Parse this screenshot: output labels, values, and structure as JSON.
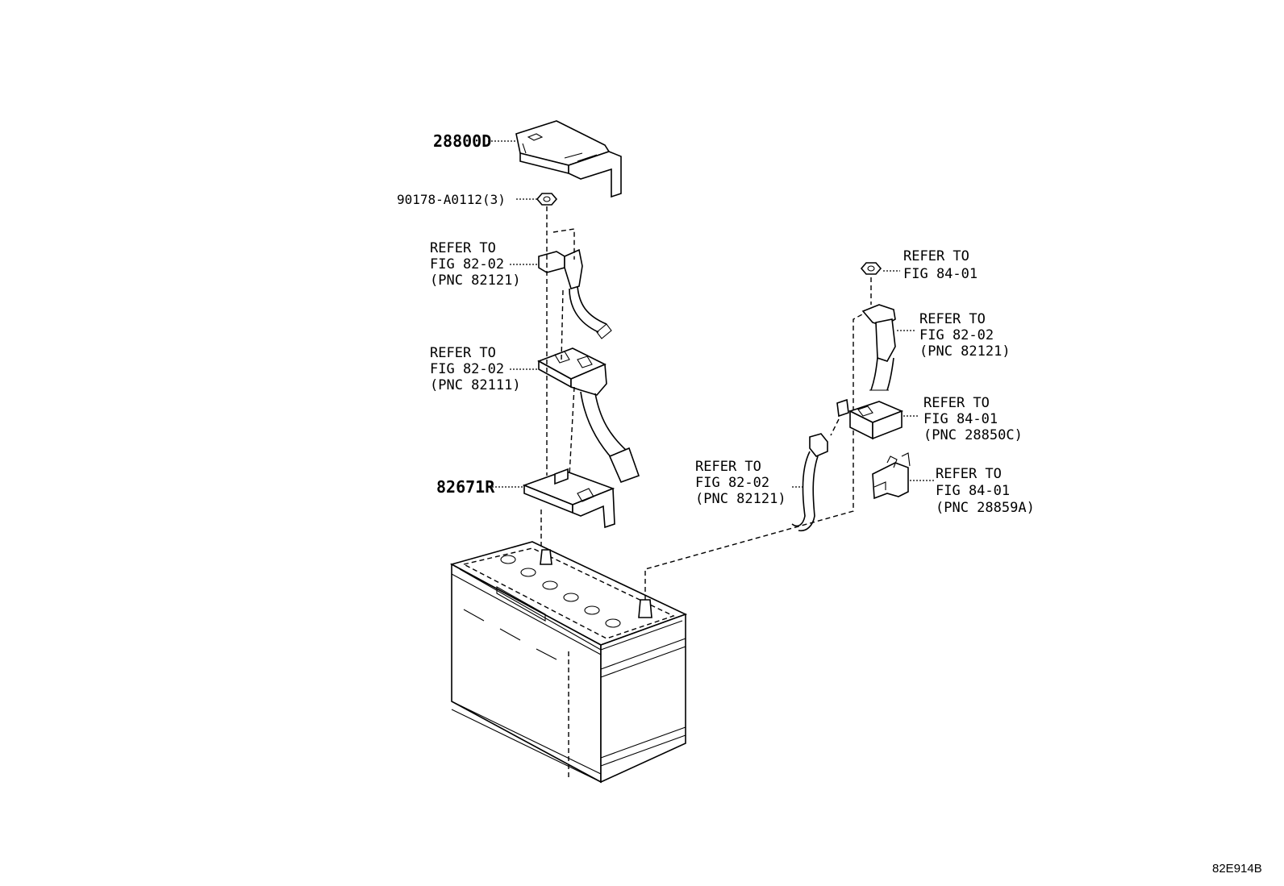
{
  "parts": {
    "cover": "28800D",
    "nut": "90178-A0112(3)",
    "bracket": "82671R"
  },
  "refs": {
    "r1": [
      "REFER TO",
      "FIG 82-02",
      "(PNC 82121)"
    ],
    "r2": [
      "REFER TO",
      "FIG 82-02",
      "(PNC 82111)"
    ],
    "r3": [
      "REFER TO",
      "FIG 84-01"
    ],
    "r4": [
      "REFER TO",
      "FIG 82-02",
      "(PNC 82121)"
    ],
    "r5": [
      "REFER TO",
      "FIG 84-01",
      "(PNC 28850C)"
    ],
    "r6": [
      "REFER TO",
      "FIG 82-02",
      "(PNC 82121)"
    ],
    "r7": [
      "REFER TO",
      "FIG 84-01",
      "(PNC 28859A)"
    ]
  },
  "diagram_code": "82E914B"
}
